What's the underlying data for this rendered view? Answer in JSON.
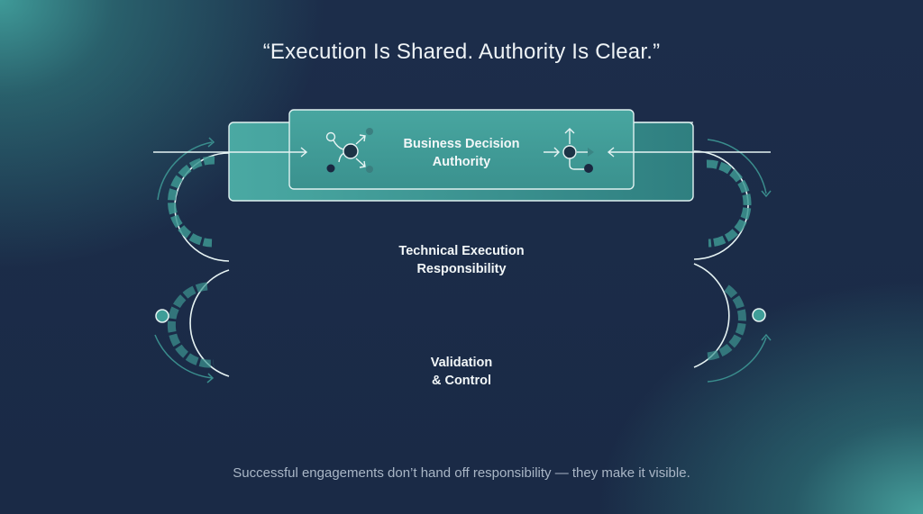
{
  "header": {
    "title": "“Execution Is Shared. Authority Is Clear.”"
  },
  "layers": [
    {
      "id": "business",
      "label_line1": "Business Decision",
      "label_line2": "Authority",
      "icons": [
        "branching-decision-icon",
        "directional-flow-icon"
      ]
    },
    {
      "id": "technical",
      "label_line1": "Technical Execution",
      "label_line2": "Responsibility",
      "icons": [
        "gears-icon",
        "gear-process-icon"
      ]
    },
    {
      "id": "validation",
      "label_line1": "Validation",
      "label_line2": "& Control",
      "icons": [
        "checkpoint-left-icon",
        "checkpoint-right-icon"
      ]
    }
  ],
  "footer": {
    "caption": "Successful engagements don’t hand off responsibility — they make it visible."
  },
  "colors": {
    "background": "#1b2b47",
    "teal": "#3d9a96",
    "teal_light": "#56b3ac",
    "outline": "#dff1f0",
    "node_dark": "#1a2740"
  }
}
